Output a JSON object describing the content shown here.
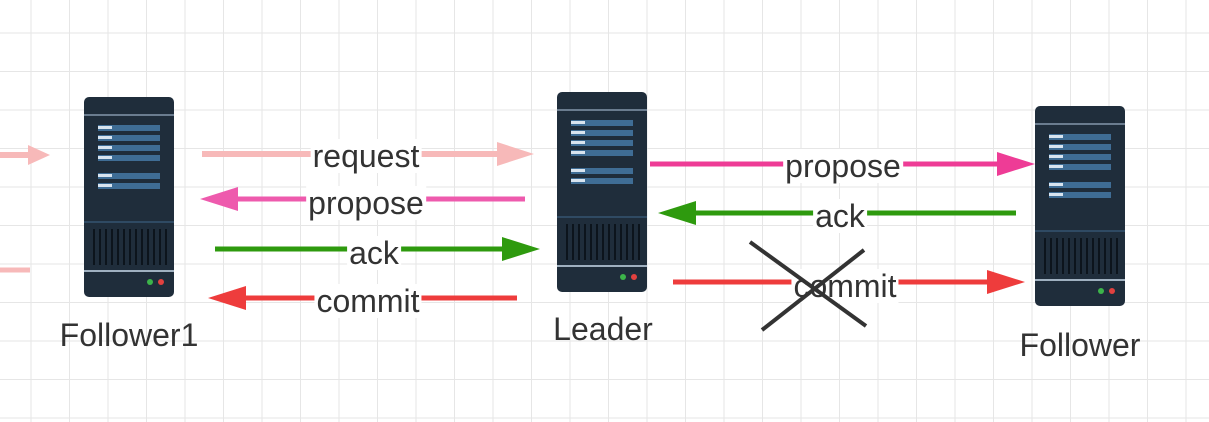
{
  "nodes": {
    "follower1": {
      "label": "Follower1"
    },
    "leader": {
      "label": "Leader"
    },
    "follower": {
      "label": "Follower"
    }
  },
  "edges": {
    "request": {
      "label": "request",
      "color": "#f7b9b9"
    },
    "propose_left": {
      "label": "propose",
      "color": "#ee5aad"
    },
    "ack_left": {
      "label": "ack",
      "color": "#2e9a0e"
    },
    "commit_left": {
      "label": "commit",
      "color": "#ee3c3c"
    },
    "propose_right": {
      "label": "propose",
      "color": "#ee3c96"
    },
    "ack_right": {
      "label": "ack",
      "color": "#2e9a0e"
    },
    "commit_right": {
      "label": "commit",
      "color": "#ee3c3c"
    }
  },
  "colors": {
    "server_body": "#1f2d3b",
    "server_panel": "#3f6d95",
    "incoming_faded": "#f7b9b9",
    "cross_mark": "#333333"
  }
}
